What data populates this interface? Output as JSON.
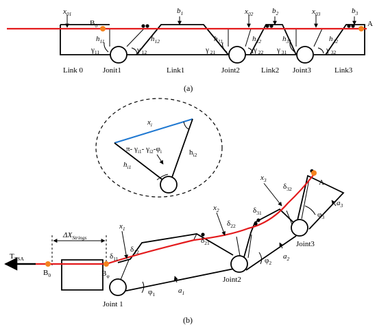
{
  "figure_a": {
    "caption": "(a)",
    "point_start": "B",
    "point_start_sub": "0",
    "point_end": "A",
    "top_labels": [
      {
        "base": "x",
        "sub": "01"
      },
      {
        "base": "b",
        "sub": "1"
      },
      {
        "base": "x",
        "sub": "02"
      },
      {
        "base": "b",
        "sub": "2"
      },
      {
        "base": "x",
        "sub": "03"
      },
      {
        "base": "b",
        "sub": "3"
      }
    ],
    "h_labels": [
      {
        "base": "h",
        "sub": "11"
      },
      {
        "base": "h",
        "sub": "12"
      },
      {
        "base": "h",
        "sub": "21"
      },
      {
        "base": "h",
        "sub": "22"
      },
      {
        "base": "h",
        "sub": "31"
      },
      {
        "base": "h",
        "sub": "32"
      }
    ],
    "gamma_labels": [
      {
        "base": "γ",
        "sub": "11"
      },
      {
        "base": "γ",
        "sub": " 12"
      },
      {
        "base": "γ",
        "sub": " 21"
      },
      {
        "base": "γ",
        "sub": " 22"
      },
      {
        "base": "γ",
        "sub": " 31"
      },
      {
        "base": "γ",
        "sub": " 32"
      }
    ],
    "bottom_labels": [
      "Link 0",
      "Jonit1",
      "Link1",
      "Joint2",
      "Link2",
      "Joint3",
      "Link3"
    ]
  },
  "inset": {
    "x_label": {
      "base": "x",
      "sub": "i"
    },
    "angle_expr": {
      "p1": "π- γ",
      "s1": "i1",
      "p2": "- γ",
      "s2": "i2",
      "p3": "-φ",
      "s3": "i"
    },
    "h1": {
      "base": "h",
      "sub": "i1"
    },
    "h2": {
      "base": "h",
      "sub": "i2"
    }
  },
  "figure_b": {
    "caption": "(b)",
    "tension": {
      "base": "T",
      "sub": "TSA"
    },
    "delta_x": {
      "base": "ΔX",
      "sub": "Strings"
    },
    "point_b0": {
      "base": "B",
      "sub": "0"
    },
    "point_bphi": {
      "base": "B",
      "sub": "φ"
    },
    "point_a": "A",
    "joints": [
      "Joint 1",
      "Joint2",
      "Joint3"
    ],
    "x_labels": [
      {
        "base": "x",
        "sub": "1"
      },
      {
        "base": "x",
        "sub": "2"
      },
      {
        "base": "x",
        "sub": "3"
      }
    ],
    "a_labels": [
      {
        "base": "a",
        "sub": "1"
      },
      {
        "base": "a",
        "sub": "2"
      },
      {
        "base": "a",
        "sub": "3"
      }
    ],
    "phi_labels": [
      {
        "base": "φ",
        "sub": "1"
      },
      {
        "base": "φ",
        "sub": "2"
      },
      {
        "base": "φ",
        "sub": "3"
      }
    ],
    "delta_labels": [
      {
        "base": "δ",
        "sub": "11"
      },
      {
        "base": "δ",
        "sub": "12"
      },
      {
        "base": "δ",
        "sub": "21"
      },
      {
        "base": "δ",
        "sub": "22"
      },
      {
        "base": "δ",
        "sub": "31"
      },
      {
        "base": "δ",
        "sub": "32"
      }
    ]
  },
  "colors": {
    "string": "#e31a1c",
    "node": "#f4821f",
    "inset_line": "#1f78d1"
  }
}
